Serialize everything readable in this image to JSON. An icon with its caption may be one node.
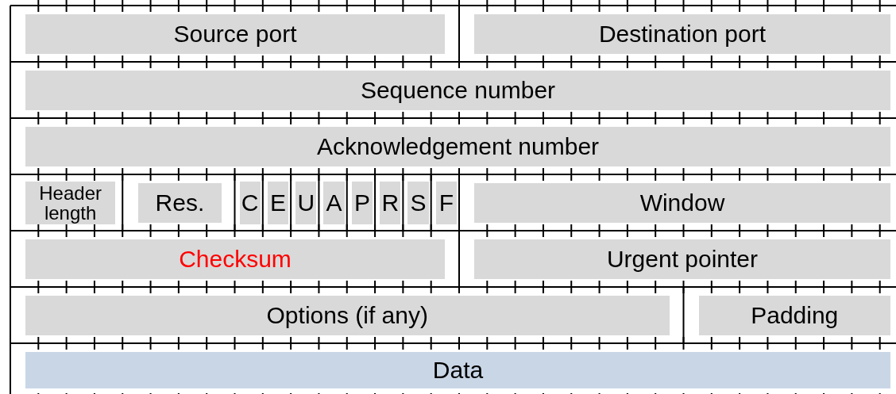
{
  "diagram": {
    "nodes": [
      {
        "text": [
          "Source port"
        ]
      },
      {
        "text": [
          "Destination port"
        ]
      },
      {
        "text": [
          "Sequence number"
        ]
      },
      {
        "text": [
          "Acknowledgement number"
        ]
      },
      {
        "text": [
          "Header length"
        ]
      },
      {
        "text": [
          "Res."
        ]
      },
      {
        "text": [
          "C"
        ]
      },
      {
        "text": [
          "E"
        ]
      },
      {
        "text": [
          "U"
        ]
      },
      {
        "text": [
          "A"
        ]
      },
      {
        "text": [
          "P"
        ]
      },
      {
        "text": [
          "R"
        ]
      },
      {
        "text": [
          "S"
        ]
      },
      {
        "text": [
          "F"
        ]
      },
      {
        "text": [
          "Window"
        ]
      },
      {
        "text": [
          "Checksum"
        ]
      },
      {
        "text": [
          "Urgent pointer"
        ]
      },
      {
        "text": [
          "Options (if any)"
        ]
      },
      {
        "text": [
          "Padding"
        ]
      },
      {
        "text": [
          "Data"
        ]
      }
    ]
  }
}
